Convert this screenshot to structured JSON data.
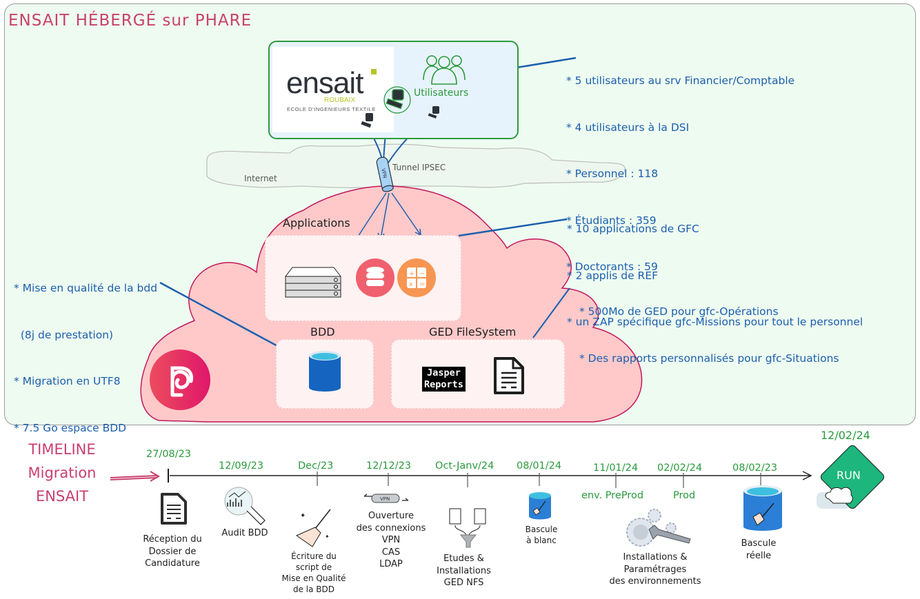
{
  "header": {
    "title": "ENSAIT HÉBERGÉ sur PHARE"
  },
  "client": {
    "logo": {
      "name": "ensait",
      "city": "ROUBAIX",
      "subtitle": "ECOLE D'INGENIEURS TEXTILE"
    },
    "users_label": "Utilisateurs",
    "users_notes": [
      "* 5 utilisateurs au srv Financier/Comptable",
      "* 4 utilisateurs à la DSI",
      "* Personnel : 118",
      "* Étudiants : 359",
      "* Doctorants : 59"
    ]
  },
  "network": {
    "internet_label": "Internet",
    "tunnel_label": "Tunnel IPSEC",
    "vpn_label": "VPN"
  },
  "cloud": {
    "applications_title": "Applications",
    "applications_notes": [
      "* 10 applications de GFC",
      "* 2 applis de REF",
      "* un ZAP spécifique gfc-Missions pour tout le personnel"
    ],
    "bdd_title": "BDD",
    "bdd_notes": [
      "* Mise en qualité de la bdd",
      "  (8j de prestation)",
      "* Migration en UTF8",
      "* 7.5 Go espace BDD"
    ],
    "ged_title": "GED FileSystem",
    "ged_notes": [
      "* 500Mo de GED pour gfc-Opérations",
      "* Des rapports personnalisés pour gfc-Situations"
    ],
    "jasper_label_1": "Jasper",
    "jasper_label_2": "Reports",
    "colors": {
      "cloud_fill": "#ffc9c9",
      "cloud_stroke": "#c2185b",
      "phare_logo": "#e0286a",
      "db_icon": "#f0606e",
      "calc_icon": "#f79552"
    }
  },
  "timeline": {
    "title": "TIMELINE\nMigration\nENSAIT",
    "start_date": "27/08/23",
    "milestones": [
      {
        "date": "27/08/23",
        "label": "Réception du\nDossier de\nCandidature",
        "icon": "document-icon"
      },
      {
        "date": "12/09/23",
        "label": "Audit BDD",
        "icon": "audit-magnifier-icon"
      },
      {
        "date": "Dec/23",
        "label": "Écriture du\nscript de\nMise en Qualité\nde la BDD",
        "icon": "broom-icon"
      },
      {
        "date": "12/12/23",
        "label": "Ouverture\ndes connexions\nVPN\nCAS\nLDAP",
        "icon": "vpn-tunnel-icon"
      },
      {
        "date": "Oct-Janv/24",
        "label": "Etudes &\nInstallations\nGED NFS",
        "icon": "merge-documents-icon"
      },
      {
        "date": "08/01/24",
        "label": "Bascule\nà blanc",
        "icon": "database-broom-icon"
      },
      {
        "date": "11/01/24",
        "sublabel": "env. PreProd",
        "icon": "gears-wrench-icon"
      },
      {
        "date": "02/02/24",
        "sublabel": "Prod"
      },
      {
        "date": "08/02/23",
        "label": "Bascule\nréelle",
        "icon": "database-broom-icon"
      }
    ],
    "shared_label": "Installations &\nParamétrages\ndes environnements",
    "end": {
      "date": "12/02/24",
      "label": "RUN",
      "color": "#1db67c"
    }
  }
}
